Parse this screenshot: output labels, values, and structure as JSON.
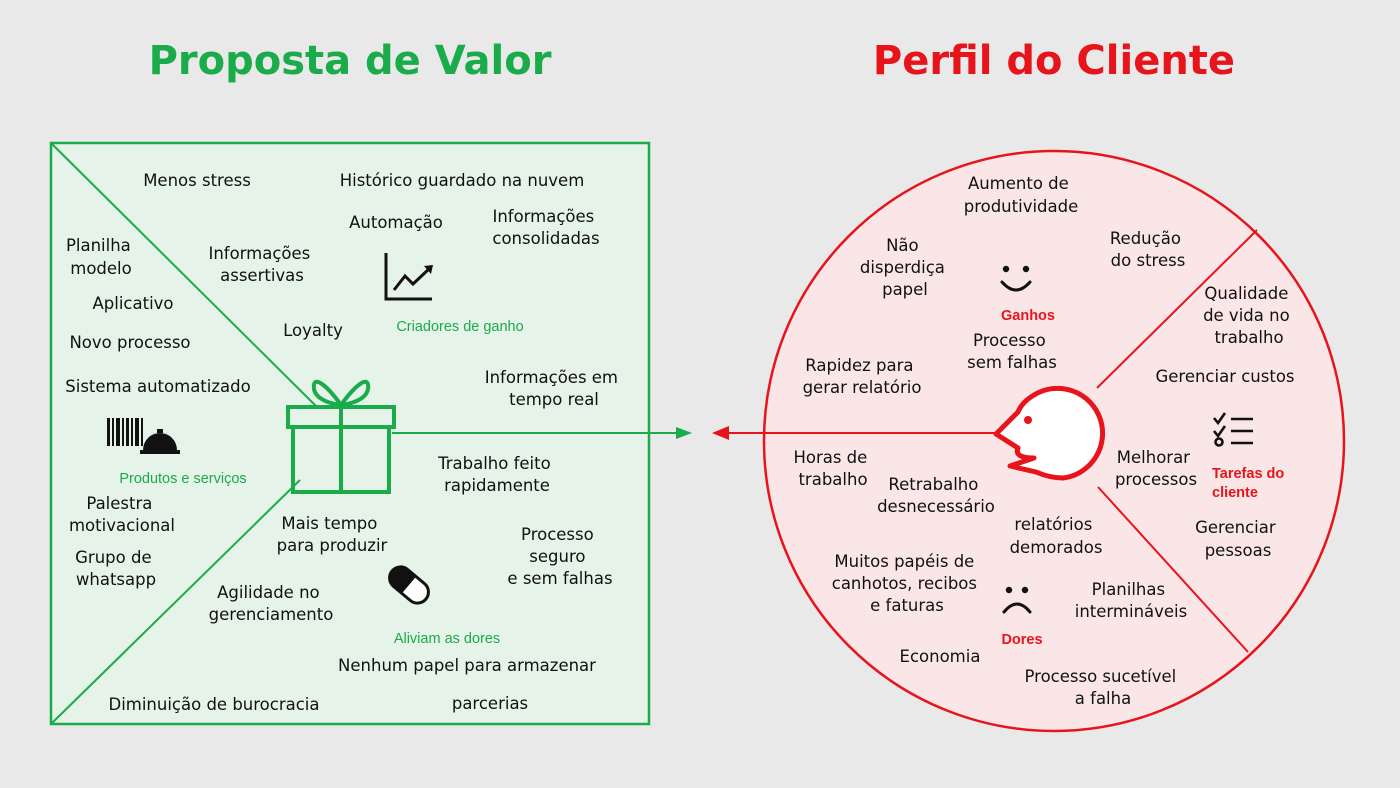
{
  "colors": {
    "green": "#1aab4b",
    "green_fill": "#e6f3e9",
    "red": "#e8141b",
    "red_fill": "#fbe6e7",
    "background": "#e9e9e9"
  },
  "titles": {
    "left": "Proposta de Valor",
    "right": "Perfil do Cliente"
  },
  "value_proposition": {
    "section_labels": {
      "gain_creators": "Criadores de ganho",
      "products_services": "Produtos e serviços",
      "pain_relievers": "Aliviam as dores"
    },
    "gain_creators": {
      "menos_stress": "Menos stress",
      "historico": "Histórico guardado na nuvem",
      "automacao": "Automação",
      "info_consolidadas": [
        "Informações",
        "consolidadas"
      ],
      "info_assertivas": [
        "Informações",
        "assertivas"
      ],
      "loyalty": "Loyalty",
      "info_tempo_real": [
        "Informações em",
        "tempo real"
      ]
    },
    "products_services": {
      "planilha": [
        "Planilha",
        "modelo"
      ],
      "aplicativo": "Aplicativo",
      "novo_processo": "Novo processo",
      "sistema": "Sistema automatizado",
      "palestra": [
        "Palestra",
        "motivacional"
      ],
      "grupo": [
        "Grupo de",
        "whatsapp"
      ]
    },
    "pain_relievers": {
      "trabalho_feito": [
        "Trabalho feito",
        "rapidamente"
      ],
      "mais_tempo": [
        "Mais tempo",
        "para produzir"
      ],
      "processo_seguro": [
        "Processo",
        "seguro",
        "e sem falhas"
      ],
      "agilidade": [
        "Agilidade no",
        "gerenciamento"
      ],
      "nenhum_papel": "Nenhum papel para armazenar",
      "burocracia": "Diminuição de burocracia",
      "parcerias": "parcerias"
    },
    "icons": [
      "trend-chart-icon",
      "barcode-icon",
      "service-bell-icon",
      "gift-icon",
      "pill-icon"
    ]
  },
  "customer_profile": {
    "section_labels": {
      "gains": "Ganhos",
      "pains": "Dores",
      "jobs": [
        "Tarefas do",
        "cliente"
      ]
    },
    "gains": {
      "aumento": [
        "Aumento de",
        "produtividade"
      ],
      "nao_desperdica": [
        "Não",
        "disperdiça",
        "papel"
      ],
      "reducao": [
        "Redução",
        "do stress"
      ],
      "processo_sem_falhas": [
        "Processo",
        "sem falhas"
      ],
      "rapidez": [
        "Rapidez para",
        "gerar relatório"
      ]
    },
    "jobs": {
      "qualidade": [
        "Qualidade",
        "de vida no",
        "trabalho"
      ],
      "custos": "Gerenciar custos",
      "melhorar": [
        "Melhorar",
        "processos"
      ],
      "pessoas": [
        "Gerenciar",
        "pessoas"
      ]
    },
    "pains": {
      "horas": [
        "Horas de",
        "trabalho"
      ],
      "retrabalho": [
        "Retrabalho",
        "desnecessário"
      ],
      "relatorios": [
        "relatórios",
        "demorados"
      ],
      "papeis": [
        "Muitos papéis de",
        "canhotos, recibos",
        "e faturas"
      ],
      "planilhas": [
        "Planilhas",
        "intermináveis"
      ],
      "economia": "Economia",
      "processo_sucetivel": [
        "Processo sucetível",
        "a falha"
      ]
    },
    "icons": [
      "smile-face-icon",
      "sad-face-icon",
      "checklist-icon",
      "customer-head-icon"
    ]
  }
}
